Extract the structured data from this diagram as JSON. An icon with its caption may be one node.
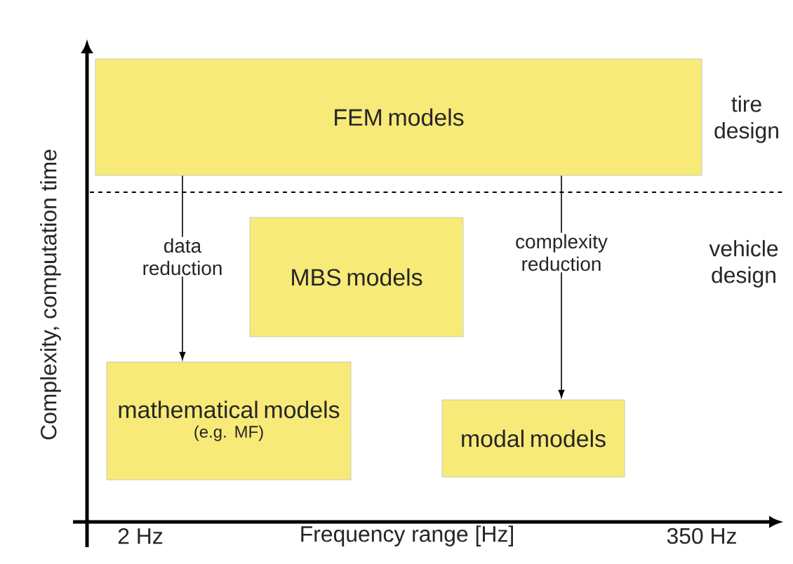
{
  "diagram": {
    "nodes": [
      {
        "text": [
          "FEM models"
        ]
      },
      {
        "text": [
          "MBS models"
        ]
      },
      {
        "text": [
          "mathematical models",
          "(e.g. MF)"
        ]
      },
      {
        "text": [
          "modal models"
        ]
      }
    ],
    "edges": [
      {
        "from": 0,
        "to": 2,
        "arrow": "to",
        "label": "data reduction"
      },
      {
        "from": 0,
        "to": 3,
        "arrow": "to",
        "label": "complexity reduction"
      }
    ],
    "labels": [
      "tire design",
      "vehicle design",
      "Complexity, computation time",
      "2 Hz",
      "Frequency range [Hz]",
      "350 Hz"
    ]
  }
}
